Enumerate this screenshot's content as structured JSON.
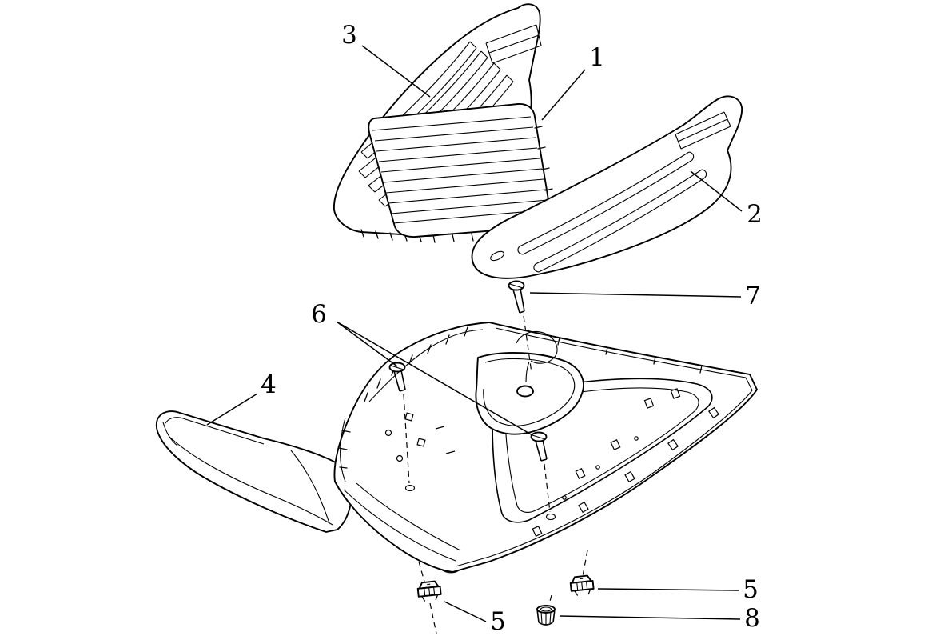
{
  "colors": {
    "background": "#ffffff",
    "line": "#000000"
  },
  "callouts": [
    {
      "label": "3"
    },
    {
      "label": "1"
    },
    {
      "label": "2"
    },
    {
      "label": "7"
    },
    {
      "label": "6"
    },
    {
      "label": "4"
    },
    {
      "label": "5"
    },
    {
      "label": "5"
    },
    {
      "label": "8"
    }
  ]
}
